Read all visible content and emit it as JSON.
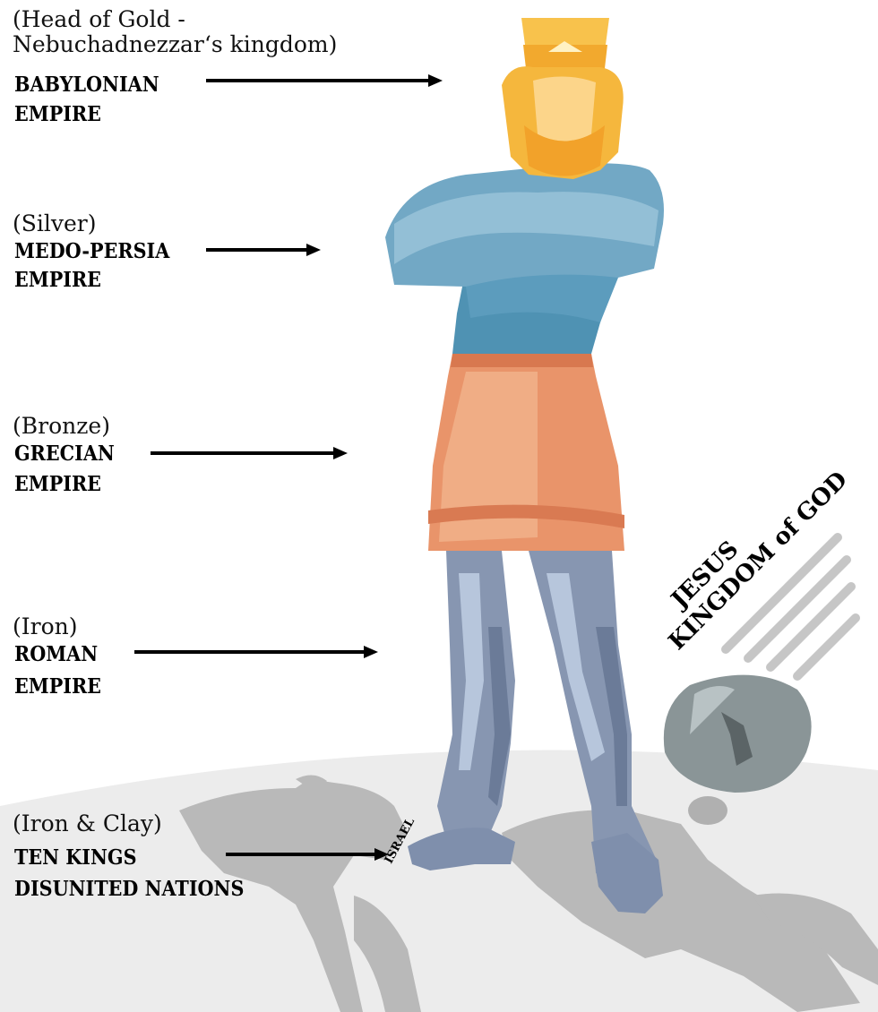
{
  "labels": [
    {
      "sub_lines": [
        "(Head of Gold -",
        "Nebuchadnezzar‘s kingdom)"
      ],
      "title_lines": [
        "BABYLONIAN",
        "EMPIRE"
      ]
    },
    {
      "sub_lines": [
        "(Silver)"
      ],
      "title_lines": [
        "MEDO-PERSIA",
        "EMPIRE"
      ]
    },
    {
      "sub_lines": [
        "(Bronze)"
      ],
      "title_lines": [
        "GRECIAN",
        "EMPIRE"
      ]
    },
    {
      "sub_lines": [
        "(Iron)"
      ],
      "title_lines": [
        "ROMAN",
        "EMPIRE"
      ]
    },
    {
      "sub_lines": [
        "(Iron & Clay)"
      ],
      "title_lines": [
        "TEN KINGS",
        "DISUNITED NATIONS"
      ]
    }
  ],
  "map_label": "ISRAEL",
  "stone_label": {
    "line1": "JESUS",
    "line2": "KINGDOM of GOD"
  },
  "colors": {
    "gold": "#f5b73d",
    "silver": "#5f9cb8",
    "bronze": "#e9946a",
    "iron": "#7f93b0",
    "earth": "#ececec",
    "map": "#b8b8b8",
    "stone": "#8a9597"
  }
}
